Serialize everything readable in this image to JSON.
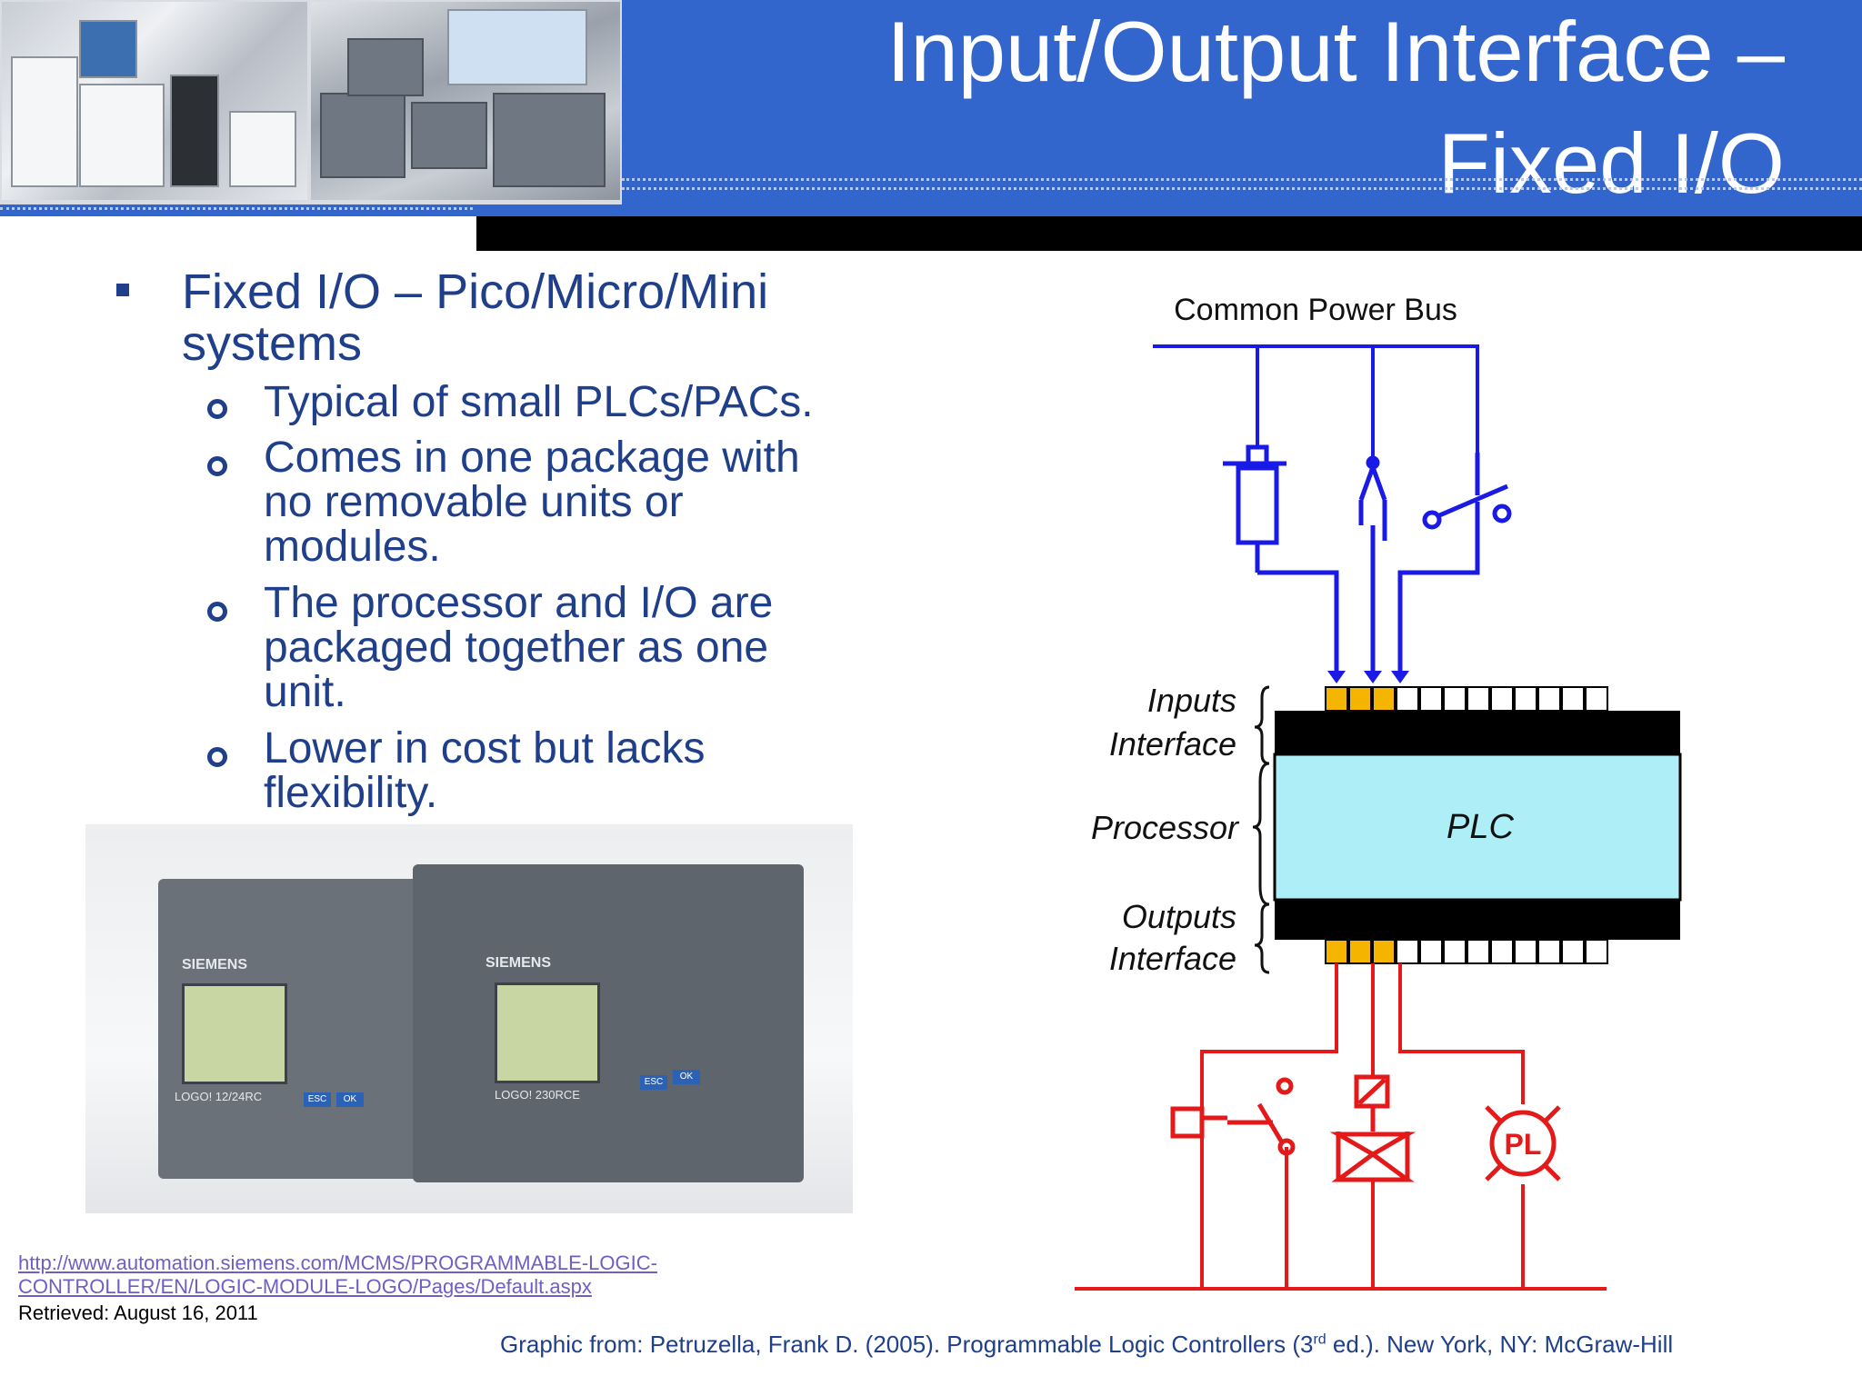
{
  "title": {
    "line1": "Input/Output Interface –",
    "line2": "Fixed I/O"
  },
  "bullets": {
    "main": {
      "line1": "Fixed I/O – Pico/Micro/Mini",
      "line2": "systems"
    },
    "sub": [
      {
        "lines": [
          "Typical of small PLCs/PACs."
        ]
      },
      {
        "lines": [
          "Comes in one package with",
          "no removable units or",
          "modules."
        ]
      },
      {
        "lines": [
          "The processor and I/O are",
          "packaged together as one",
          "unit."
        ]
      },
      {
        "lines": [
          "Lower in cost but lacks",
          "flexibility."
        ]
      }
    ]
  },
  "product_photo": {
    "brand": "SIEMENS",
    "model_small": "LOGO! 12/24RC",
    "model_large": "LOGO! 230RCE",
    "key_esc": "ESC",
    "key_ok": "OK"
  },
  "source": {
    "link_line1": "http://www.automation.siemens.com/MCMS/PROGRAMMABLE-LOGIC-",
    "link_line2": "CONTROLLER/EN/LOGIC-MODULE-LOGO/Pages/Default.aspx",
    "retrieved": "Retrieved: August 16, 2011"
  },
  "citation": {
    "prefix": "Graphic from:   Petruzella, Frank D. (2005). Programmable Logic Controllers (3",
    "sup": "rd",
    "suffix": " ed.). New York, NY: McGraw-Hill"
  },
  "diagram": {
    "bus_label": "Common Power Bus",
    "inputs_label": [
      "Inputs",
      "Interface"
    ],
    "processor_label": "Processor",
    "outputs_label": [
      "Outputs",
      "Interface"
    ],
    "plc_label": "PLC",
    "pilot_light_label": "PL"
  },
  "colors": {
    "header": "#3366cc",
    "text": "#1f3f8a",
    "input_wiring": "#1a1ae6",
    "output_wiring": "#e41a1a",
    "terminal_used": "#f4b400",
    "plc_body": "#aeeef6",
    "link": "#6e5fc2"
  }
}
